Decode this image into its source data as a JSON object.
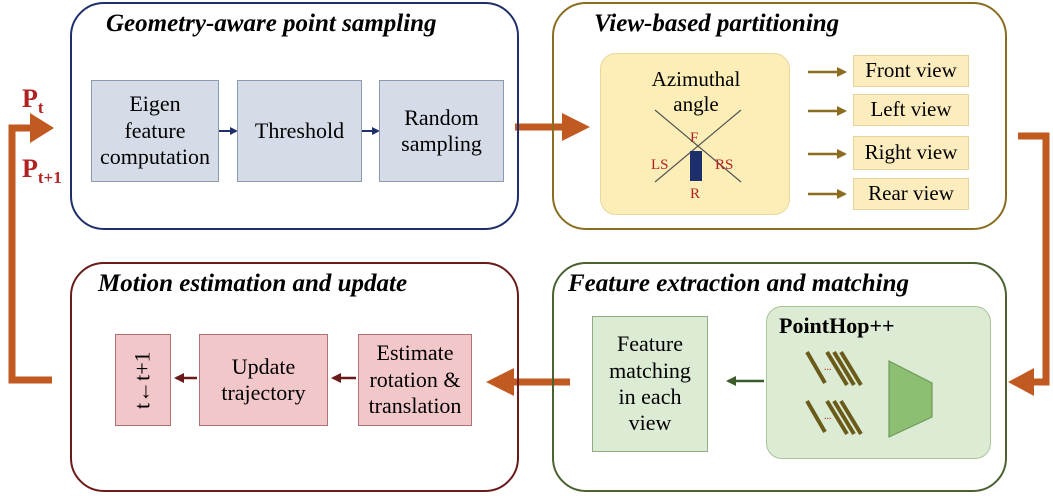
{
  "inputs": {
    "p_t_base": "P",
    "p_t_sub": "t",
    "p_t1_base": "P",
    "p_t1_sub": "t+1"
  },
  "panels": {
    "sampling": {
      "title": "Geometry-aware point sampling",
      "boxes": [
        "Eigen\nfeature\ncomputation",
        "Threshold",
        "Random\nsampling"
      ]
    },
    "partitioning": {
      "title": "View-based partitioning",
      "azimuth_label": "Azimuthal\nangle",
      "directions": {
        "front": "F",
        "rear": "R",
        "left": "LS",
        "right": "RS"
      },
      "views": [
        "Front view",
        "Left view",
        "Right view",
        "Rear view"
      ]
    },
    "feature": {
      "title": "Feature extraction and matching",
      "matching_box": "Feature\nmatching\nin each\nview",
      "pointhop_label": "PointHop++"
    },
    "motion": {
      "title": "Motion estimation and update",
      "boxes": [
        "Estimate\nrotation &\ntranslation",
        "Update\ntrajectory",
        "t←t+1"
      ]
    }
  },
  "colors": {
    "sampling_border": "#1f2f6b",
    "partitioning_border": "#8a6d1e",
    "feature_border": "#4a6130",
    "motion_border": "#6b1a1a",
    "big_arrow": "#c05a20",
    "input_text": "#b22222"
  }
}
